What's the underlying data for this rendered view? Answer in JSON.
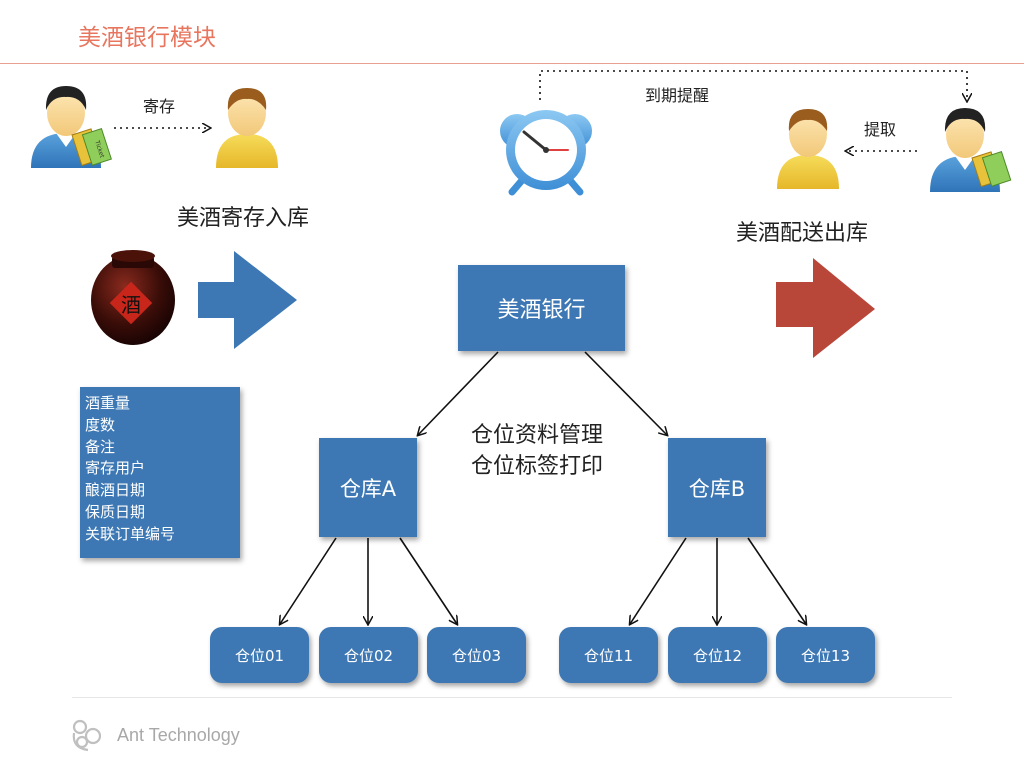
{
  "header": {
    "title": "美酒银行模块"
  },
  "top": {
    "deposit_label": "寄存",
    "reminder_label": "到期提醒",
    "pickup_label": "提取",
    "deposit_heading": "美酒寄存入库",
    "delivery_heading": "美酒配送出库"
  },
  "jar_char": "酒",
  "ticket_text": "Ticket",
  "info_fields": [
    "酒重量",
    "度数",
    "备注",
    "寄存用户",
    "酿酒日期",
    "保质日期",
    "关联订单编号"
  ],
  "tree": {
    "root": "美酒银行",
    "center_lines": [
      "仓位资料管理",
      "仓位标签打印"
    ],
    "warehouses": [
      {
        "name": "仓库A",
        "slots": [
          "仓位01",
          "仓位02",
          "仓位03"
        ]
      },
      {
        "name": "仓库B",
        "slots": [
          "仓位11",
          "仓位12",
          "仓位13"
        ]
      }
    ]
  },
  "colors": {
    "box_blue": "#3d78b4",
    "title_accent": "#e8765f",
    "in_arrow": "#3d78b4",
    "out_arrow": "#b8473a"
  },
  "footer": {
    "company": "Ant Technology"
  }
}
